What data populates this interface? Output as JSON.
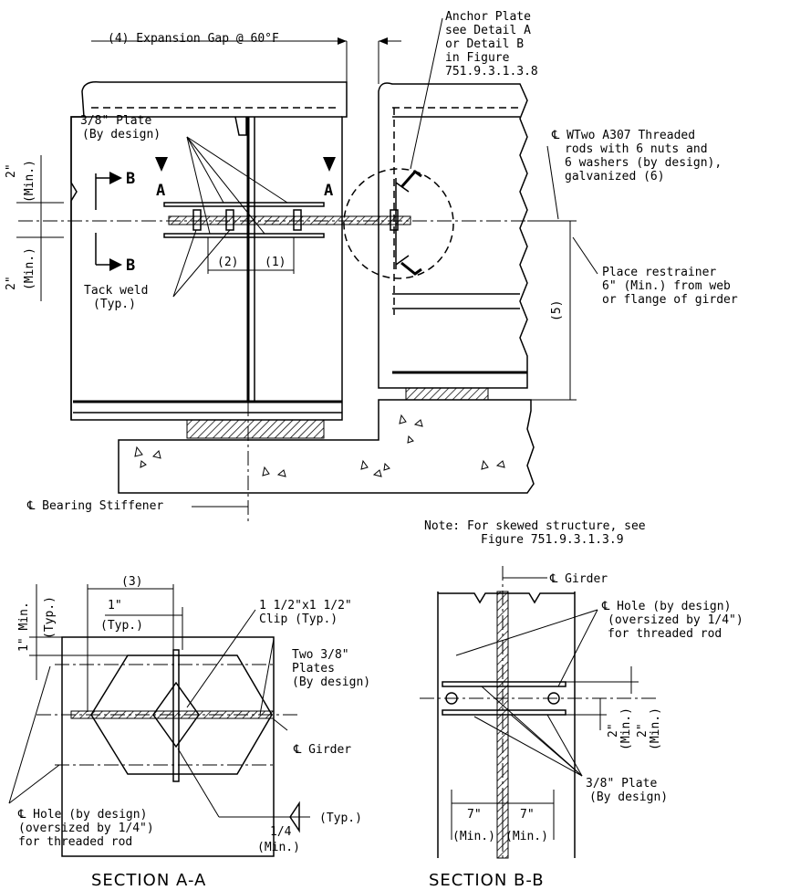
{
  "labels": {
    "expansion_gap": "(4) Expansion Gap @ 60°F",
    "anchor_plate": [
      "Anchor Plate",
      "see Detail A",
      "or Detail B",
      "in Figure",
      "751.9.3.1.3.8"
    ],
    "plate_by_design": [
      "3/8\" Plate",
      "(By design)"
    ],
    "threaded_rods": [
      "℄ WTwo A307 Threaded",
      "rods with 6 nuts and",
      "6 washers (by design),",
      "galvanized (6)"
    ],
    "min_2_top": "2\"",
    "min_paren": "(Min.)",
    "section_mark_b": "B",
    "section_mark_a": "A",
    "dim_2": "(2)",
    "dim_1": "(1)",
    "dim_5": "(5)",
    "tack_weld": [
      "Tack weld",
      "(Typ.)"
    ],
    "place_restrainer": [
      "Place restrainer",
      "6\" (Min.) from web",
      "or flange of girder"
    ],
    "bearing_stiffener": "℄ Bearing Stiffener",
    "note": [
      "Note: For skewed structure, see",
      "Figure 751.9.3.1.3.9"
    ]
  },
  "section_aa": {
    "title": "SECTION A-A",
    "dim_3": "(3)",
    "one_inch": "1\"",
    "typ": "(Typ.)",
    "one_min": "1\" Min.",
    "clip": [
      "1 1/2\"x1 1/2\"",
      "Clip (Typ.)"
    ],
    "two_plates": [
      "Two 3/8\"",
      "Plates",
      "(By design)"
    ],
    "girder": "℄ Girder",
    "hole": [
      "℄ Hole (by design)",
      "(oversized by 1/4\")",
      "for threaded rod"
    ],
    "weld_typ": "(Typ.)",
    "quarter": "1/4",
    "min": "(Min.)"
  },
  "section_bb": {
    "title": "SECTION B-B",
    "girder": "℄ Girder",
    "hole": [
      "℄ Hole (by design)",
      "(oversized by 1/4\")",
      "for threaded rod"
    ],
    "two_inch": "2\"",
    "min": "(Min.)",
    "plate": [
      "3/8\" Plate",
      "(By design)"
    ],
    "seven": "7\"",
    "seven_min": "(Min.)"
  }
}
